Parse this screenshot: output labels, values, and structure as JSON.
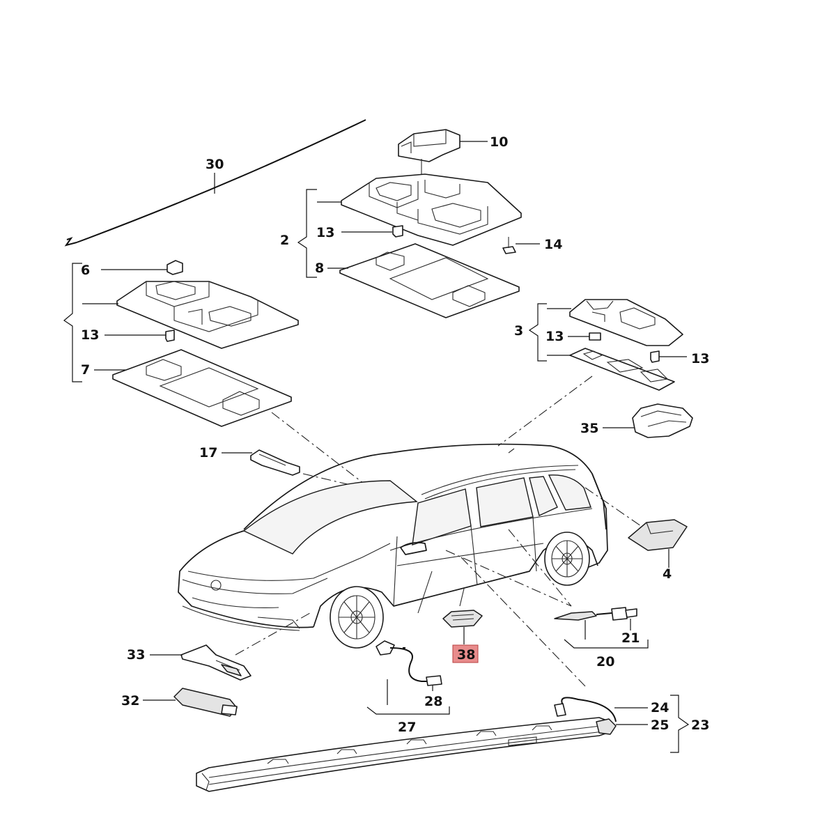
{
  "diagram": {
    "labels": {
      "l30": "30",
      "l10": "10",
      "l2": "2",
      "l13a": "13",
      "l14": "14",
      "l8": "8",
      "l6": "6",
      "l13b": "13",
      "l7": "7",
      "l3": "3",
      "l13c": "13",
      "l13d": "13",
      "l35": "35",
      "l17": "17",
      "l4": "4",
      "l21": "21",
      "l20": "20",
      "l33": "33",
      "l38": "38",
      "l32": "32",
      "l28": "28",
      "l27": "27",
      "l24": "24",
      "l25": "25",
      "l23": "23"
    },
    "highlighted_part": "38",
    "colors": {
      "highlight_fill": "#e88c8c",
      "line": "#111111"
    }
  }
}
